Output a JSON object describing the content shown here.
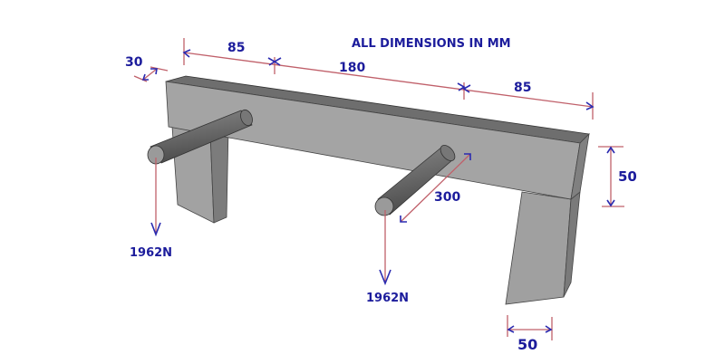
{
  "note": "ALL DIMENSIONS IN MM",
  "dimensions": {
    "depth": "30",
    "left_span": "85",
    "middle_span": "180",
    "right_span": "85",
    "beam_height": "50",
    "leg_width": "50",
    "pin_length": "300"
  },
  "loads": {
    "left": "1962N",
    "right": "1962N"
  },
  "colors": {
    "label": "#1c1c9c",
    "dimension_line": "#c0606a",
    "concrete": "#9c9c9c"
  }
}
